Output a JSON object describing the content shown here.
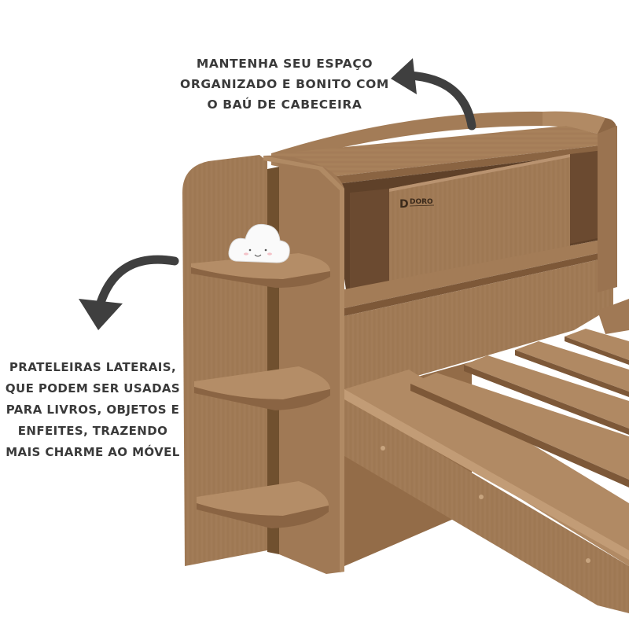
{
  "captions": {
    "headboard": [
      "MANTENHA SEU ESPAÇO",
      "ORGANIZADO E BONITO COM",
      "O BAÚ DE CABECEIRA"
    ],
    "shelves": [
      "PRATELEIRAS LATERAIS,",
      "QUE PODEM SER USADAS",
      "PARA LIVROS, OBJETOS E",
      "ENFEITES, TRAZENDO",
      "MAIS CHARME AO MÓVEL"
    ]
  },
  "brand": {
    "logo_letter": "D",
    "logo_word": "DORO"
  },
  "colors": {
    "wood": "#9c7550",
    "wood_light": "#ad8762",
    "wood_dark": "#7a5636",
    "text": "#3a3a3a",
    "arrow": "#3f3f3f"
  },
  "icons": [
    "curved-arrow-icon",
    "cloud-lamp-icon",
    "doro-logo"
  ]
}
